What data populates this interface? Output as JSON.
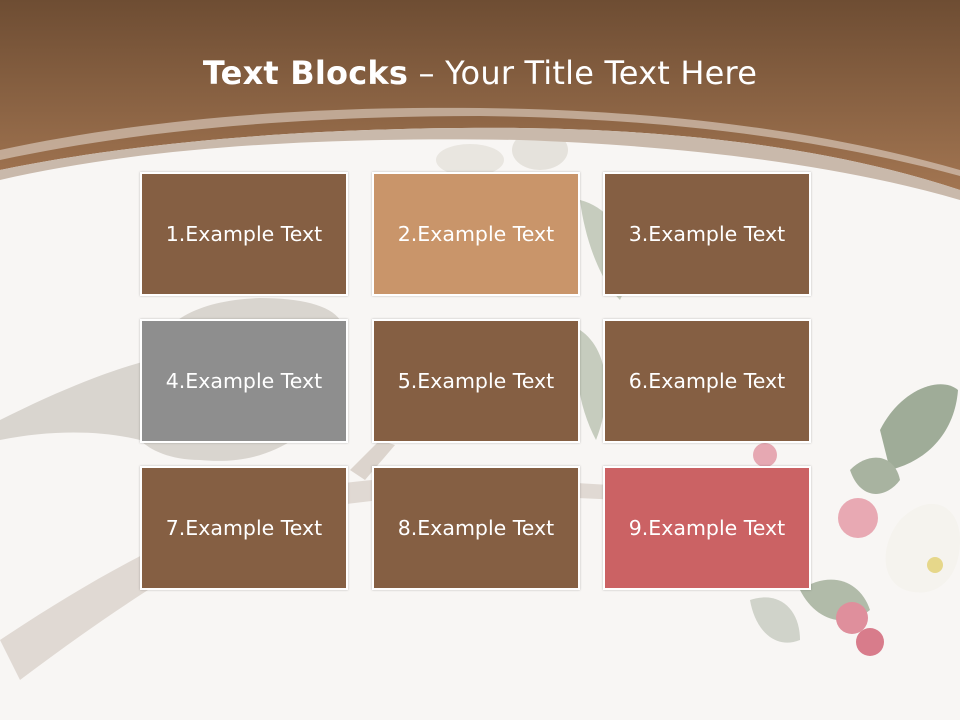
{
  "title": {
    "bold": "Text Blocks",
    "dash": " – ",
    "rest": "Your Title Text Here"
  },
  "colors": {
    "header_brown_top": "#6e4d33",
    "header_brown_bottom": "#a27551",
    "block_brown": "#855f43",
    "block_tan": "#c9956a",
    "block_gray": "#8e8e8e",
    "block_red": "#cb6264"
  },
  "blocks": [
    {
      "label": "1.Example Text",
      "color": "#855f43"
    },
    {
      "label": "2.Example Text",
      "color": "#c9956a"
    },
    {
      "label": "3.Example Text",
      "color": "#855f43"
    },
    {
      "label": "4.Example Text",
      "color": "#8e8e8e"
    },
    {
      "label": "5.Example Text",
      "color": "#855f43"
    },
    {
      "label": "6.Example Text",
      "color": "#855f43"
    },
    {
      "label": "7.Example Text",
      "color": "#855f43"
    },
    {
      "label": "8.Example Text",
      "color": "#855f43"
    },
    {
      "label": "9.Example Text",
      "color": "#cb6264"
    }
  ]
}
